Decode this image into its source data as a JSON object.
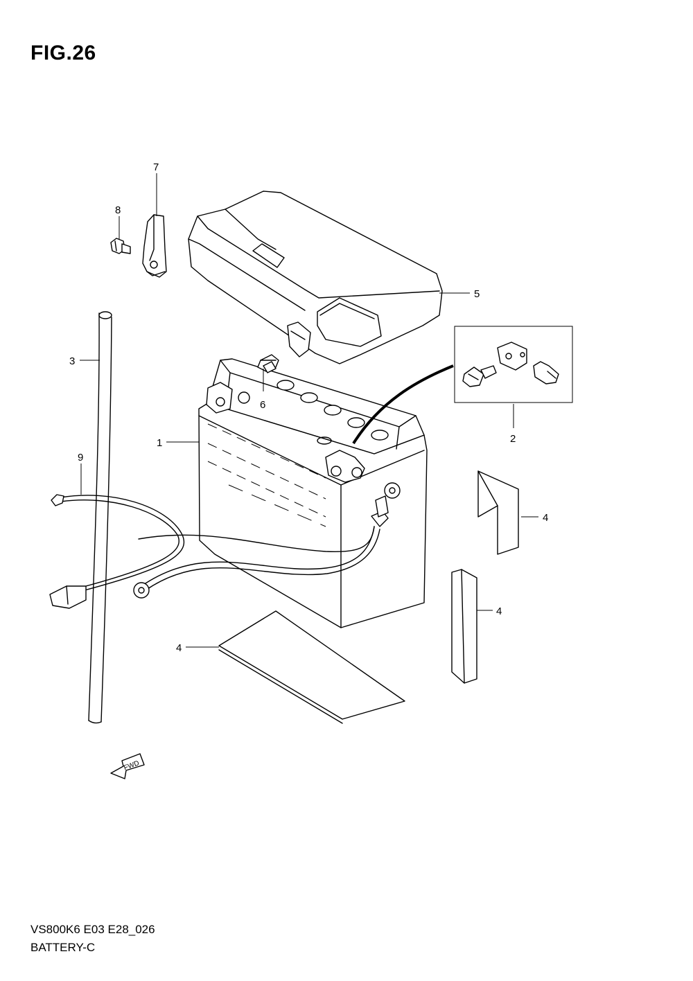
{
  "figure_title": "FIG.26",
  "footer": {
    "model_code": "VS800K6 E03 E28_026",
    "section_name": "BATTERY-C"
  },
  "direction_badge": "FWD",
  "parts": [
    {
      "number": "1"
    },
    {
      "number": "2"
    },
    {
      "number": "3"
    },
    {
      "number": "4"
    },
    {
      "number": "5"
    },
    {
      "number": "6"
    },
    {
      "number": "7"
    },
    {
      "number": "8"
    },
    {
      "number": "9"
    }
  ]
}
